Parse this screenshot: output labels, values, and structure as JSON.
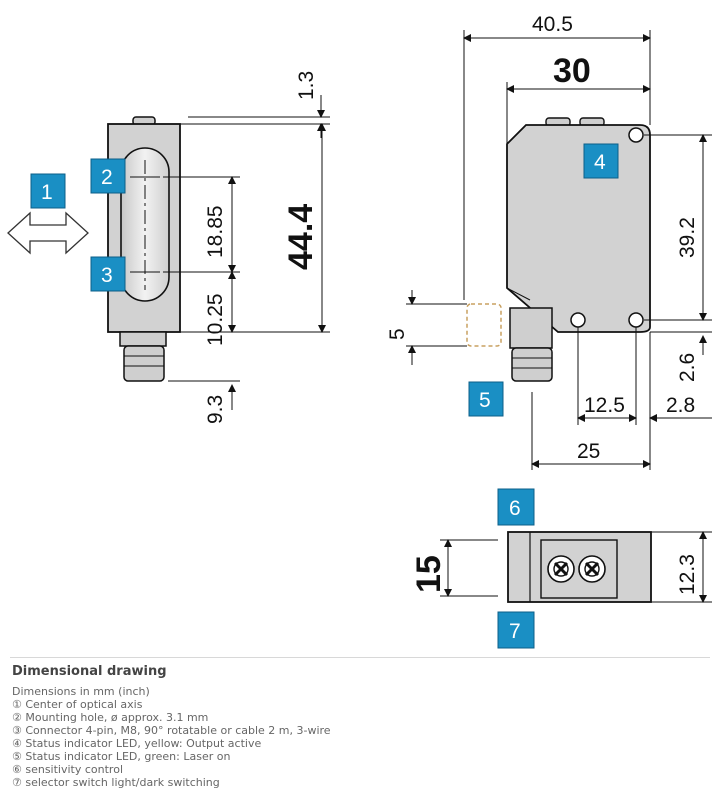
{
  "callouts": [
    "1",
    "2",
    "3",
    "4",
    "5",
    "6",
    "7"
  ],
  "dimensions": {
    "d_40_5": "40.5",
    "d_30": "30",
    "d_1_3": "1.3",
    "d_44_4": "44.4",
    "d_18_85": "18.85",
    "d_10_25": "10.25",
    "d_9_3": "9.3",
    "d_39_2": "39.2",
    "d_5": "5",
    "d_2_6": "2.6",
    "d_12_5": "12.5",
    "d_2_8": "2.8",
    "d_25": "25",
    "d_15": "15",
    "d_12_3": "12.3"
  },
  "caption": {
    "title": "Dimensional drawing",
    "lines": [
      "Dimensions in mm (inch)",
      "① Center of optical axis",
      "② Mounting hole, ø approx. 3.1 mm",
      "③ Connector 4-pin, M8, 90° rotatable or cable 2 m, 3-wire",
      "④ Status indicator LED, yellow: Output active",
      "⑤ Status indicator LED, green: Laser on",
      "⑥ sensitivity control",
      "⑦ selector switch light/dark switching"
    ]
  },
  "colors": {
    "callout_bg": "#1a8fc4",
    "body_fill": "#d2d2d2",
    "line": "#111111"
  }
}
